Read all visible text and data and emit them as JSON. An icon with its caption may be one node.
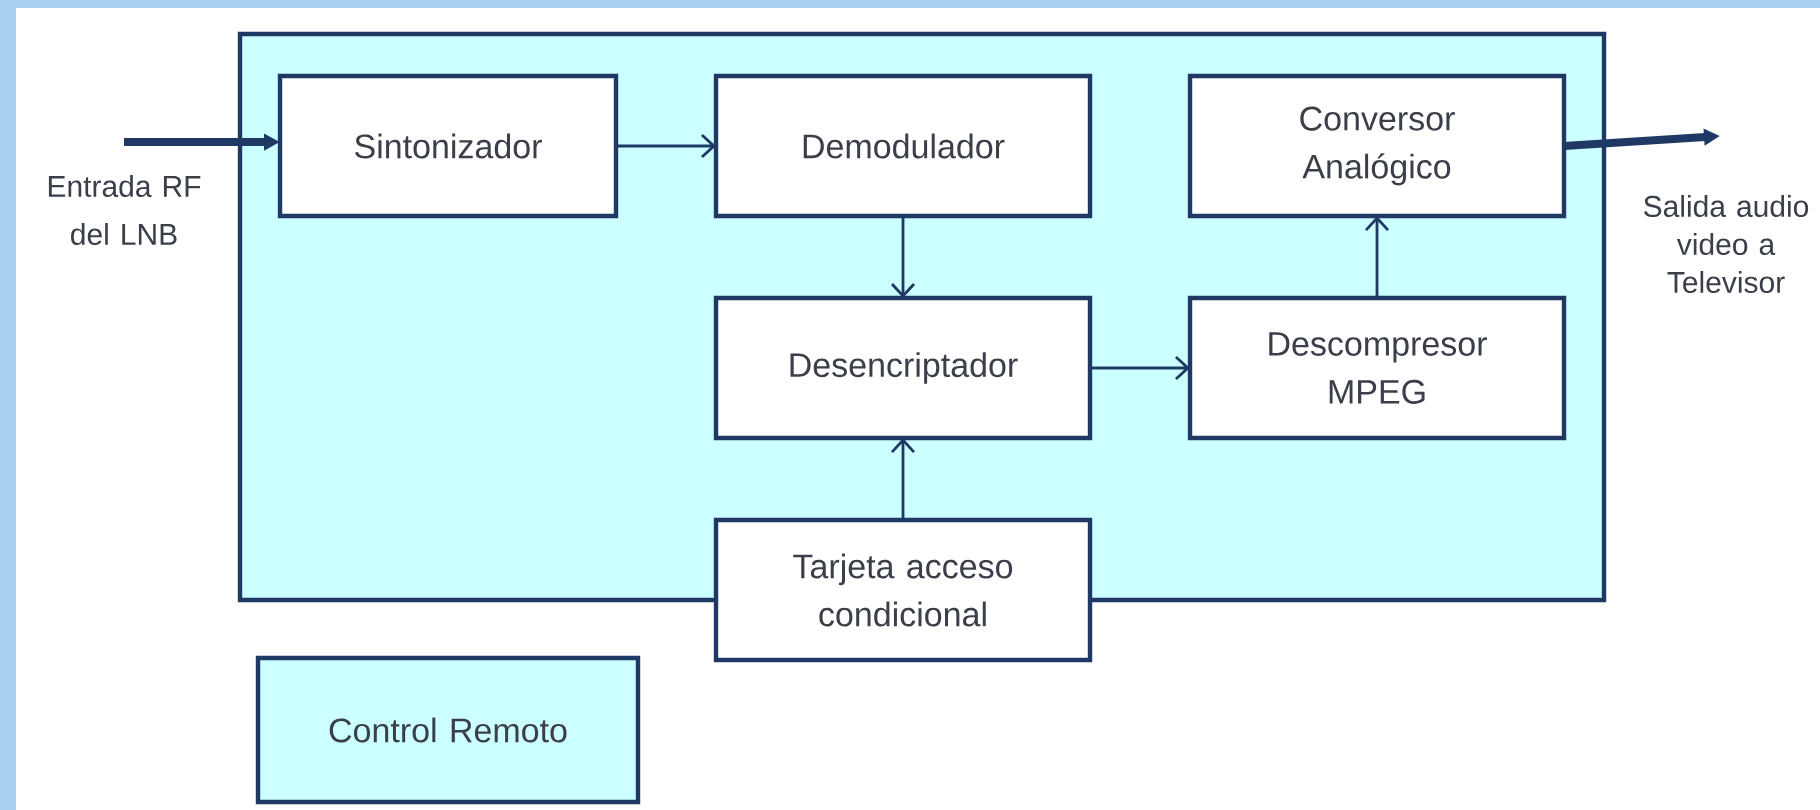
{
  "diagram": {
    "nodes": [
      {
        "text": [],
        "shape": "box"
      },
      {
        "text": [
          "Sintonizador"
        ],
        "in": 0
      },
      {
        "text": [
          "Demodulador"
        ],
        "in": 0
      },
      {
        "text": [
          "Desencriptador"
        ],
        "in": 0
      },
      {
        "text": [
          "Tarjeta acceso condicional"
        ]
      },
      {
        "text": [
          "Descompresor MPEG"
        ],
        "in": 0
      },
      {
        "text": [
          "Conversor Analógico"
        ],
        "in": 0
      },
      {
        "text": [
          "Control Remoto"
        ]
      },
      {
        "text": [
          "Salida audio video a Televisor"
        ]
      }
    ],
    "edges": [
      {
        "from": null,
        "to": 1,
        "arrow": "to",
        "style": "thick"
      },
      {
        "from": 1,
        "to": 2,
        "arrow": "to"
      },
      {
        "from": 2,
        "to": 3,
        "arrow": "to"
      },
      {
        "from": 4,
        "to": 3,
        "arrow": "to"
      },
      {
        "from": 3,
        "to": 5,
        "arrow": "to"
      },
      {
        "from": 5,
        "to": 6,
        "arrow": "to"
      },
      {
        "from": 6,
        "to": 8,
        "arrow": "to",
        "style": "thick"
      }
    ],
    "labels": [
      "Entrada RF del LNB"
    ]
  }
}
